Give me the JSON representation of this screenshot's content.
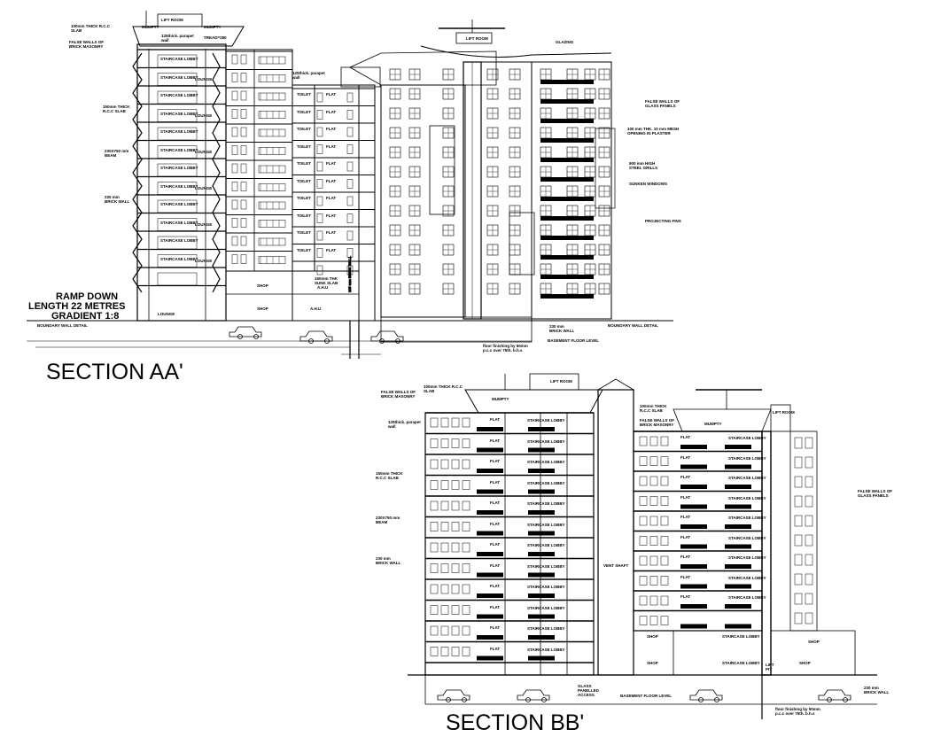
{
  "titles": {
    "section_aa": "SECTION AA'",
    "section_bb": "SECTION BB'"
  },
  "ramp": {
    "line1": "RAMP DOWN",
    "line2": "LENGTH 22 METRES",
    "line3": "GRADIENT 1:8"
  },
  "aa_notes": {
    "slab_top": "100mm THICK R.C.C SLAB",
    "mumpty_l": "MUMPTY",
    "mumpty_r": "MUMPTY",
    "lift_room": "LIFT ROOM",
    "tread": "TREAD=280",
    "false_walls": "FALSE WALLS OF BRICK MASONRY",
    "parapet": "125thick. parapet wall",
    "slab_150": "150mm THICK R.C.C SLAB",
    "beam": "230X750 mm BEAM",
    "brick_wall": "230 mm BRICK WALL",
    "parapet2": "125thick. parapet wall",
    "brick_115": "115 mm BRICK WALL",
    "sunk_slab": "150mm THK SUNK SLAB",
    "glazing": "GLAZING",
    "false_glass": "FALSE WALLS OF GLASS PANELS",
    "mesh": "100 mm THK. 10 mm MESH OPENING IN PLASTER",
    "steel_window": "900 mm HIGH STEEL GRILLS",
    "sunken_windows": "SUNKEN WINDOWS",
    "projecting_fins": "PROJECTING FINS",
    "brick_230": "230 mm BRICK WALL",
    "basement_floor": "BASEMENT FLOOR LEVEL",
    "boundary_l": "BOUNDARY WALL DETAIL",
    "boundary_r": "BOUNDARY WALL DETAIL",
    "floor_finish": "floor finishing by 50mm p.c.c over 75th. b.h.s",
    "lift_room_2": "LIFT ROOM"
  },
  "aa_rooms": {
    "staircase_lobby": "STAIRCASE LOBBY",
    "lounge": "LOUNGE",
    "toilet": "TOILET",
    "flat": "FLAT",
    "shop": "SHOP",
    "ahu": "A.H.U"
  },
  "bb_notes": {
    "slab_top": "100mm THICK R.C.C SLAB",
    "mumpty": "MUMPTY",
    "lift_room": "LIFT ROOM",
    "false_walls": "FALSE WALLS OF BRICK MASONRY",
    "parapet": "125thick. parapet wall",
    "slab_150": "150mm THICK R.C.C SLAB",
    "beam": "230X750 mm BEAM",
    "brick_wall": "230 mm BRICK WALL",
    "vent_shaft": "VENT SHAFT",
    "false_glass": "FALSE WALLS OF GLASS PANELS",
    "slab_top_r": "100mm THICK R.C.C SLAB",
    "false_walls_r": "FALSE WALLS OF BRICK MASONRY",
    "mumpty_r": "MUMPTY",
    "lift_room_r": "LIFT ROOM",
    "glass_panelled": "GLASS PANELLED ACCESS",
    "basement_floor": "BASEMENT FLOOR LEVEL",
    "brick_230": "230 mm BRICK WALL",
    "floor_finish": "floor finishing by 50mm p.c.c over 75th. b.h.s",
    "lift_pit": "LIFT PIT"
  },
  "bb_rooms": {
    "flat": "FLAT",
    "staircase_lobby": "STAIRCASE LOBBY",
    "shop": "SHOP"
  }
}
